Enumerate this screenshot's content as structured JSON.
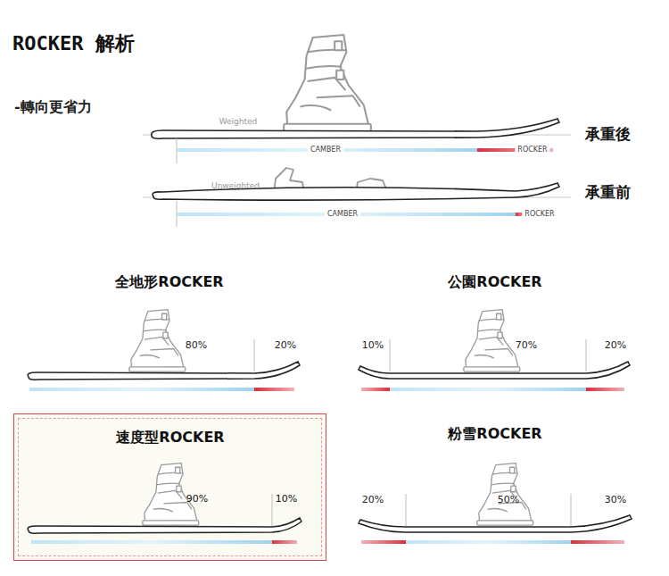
{
  "diagram": {
    "title": "ROCKER 解析",
    "nodes": [
      {
        "text": [
          "速度型ROCKER",
          "90%",
          "10%"
        ]
      }
    ],
    "labels": [
      "-轉向更省力",
      "Weighted",
      "CAMBER",
      "ROCKER",
      "承重後",
      "Unweighted",
      "CAMBER",
      "ROCKER",
      "承重前",
      "全地形ROCKER",
      "80%",
      "20%",
      "公園ROCKER",
      "10%",
      "70%",
      "20%",
      "粉雪ROCKER",
      "20%",
      "50%",
      "30%"
    ]
  }
}
